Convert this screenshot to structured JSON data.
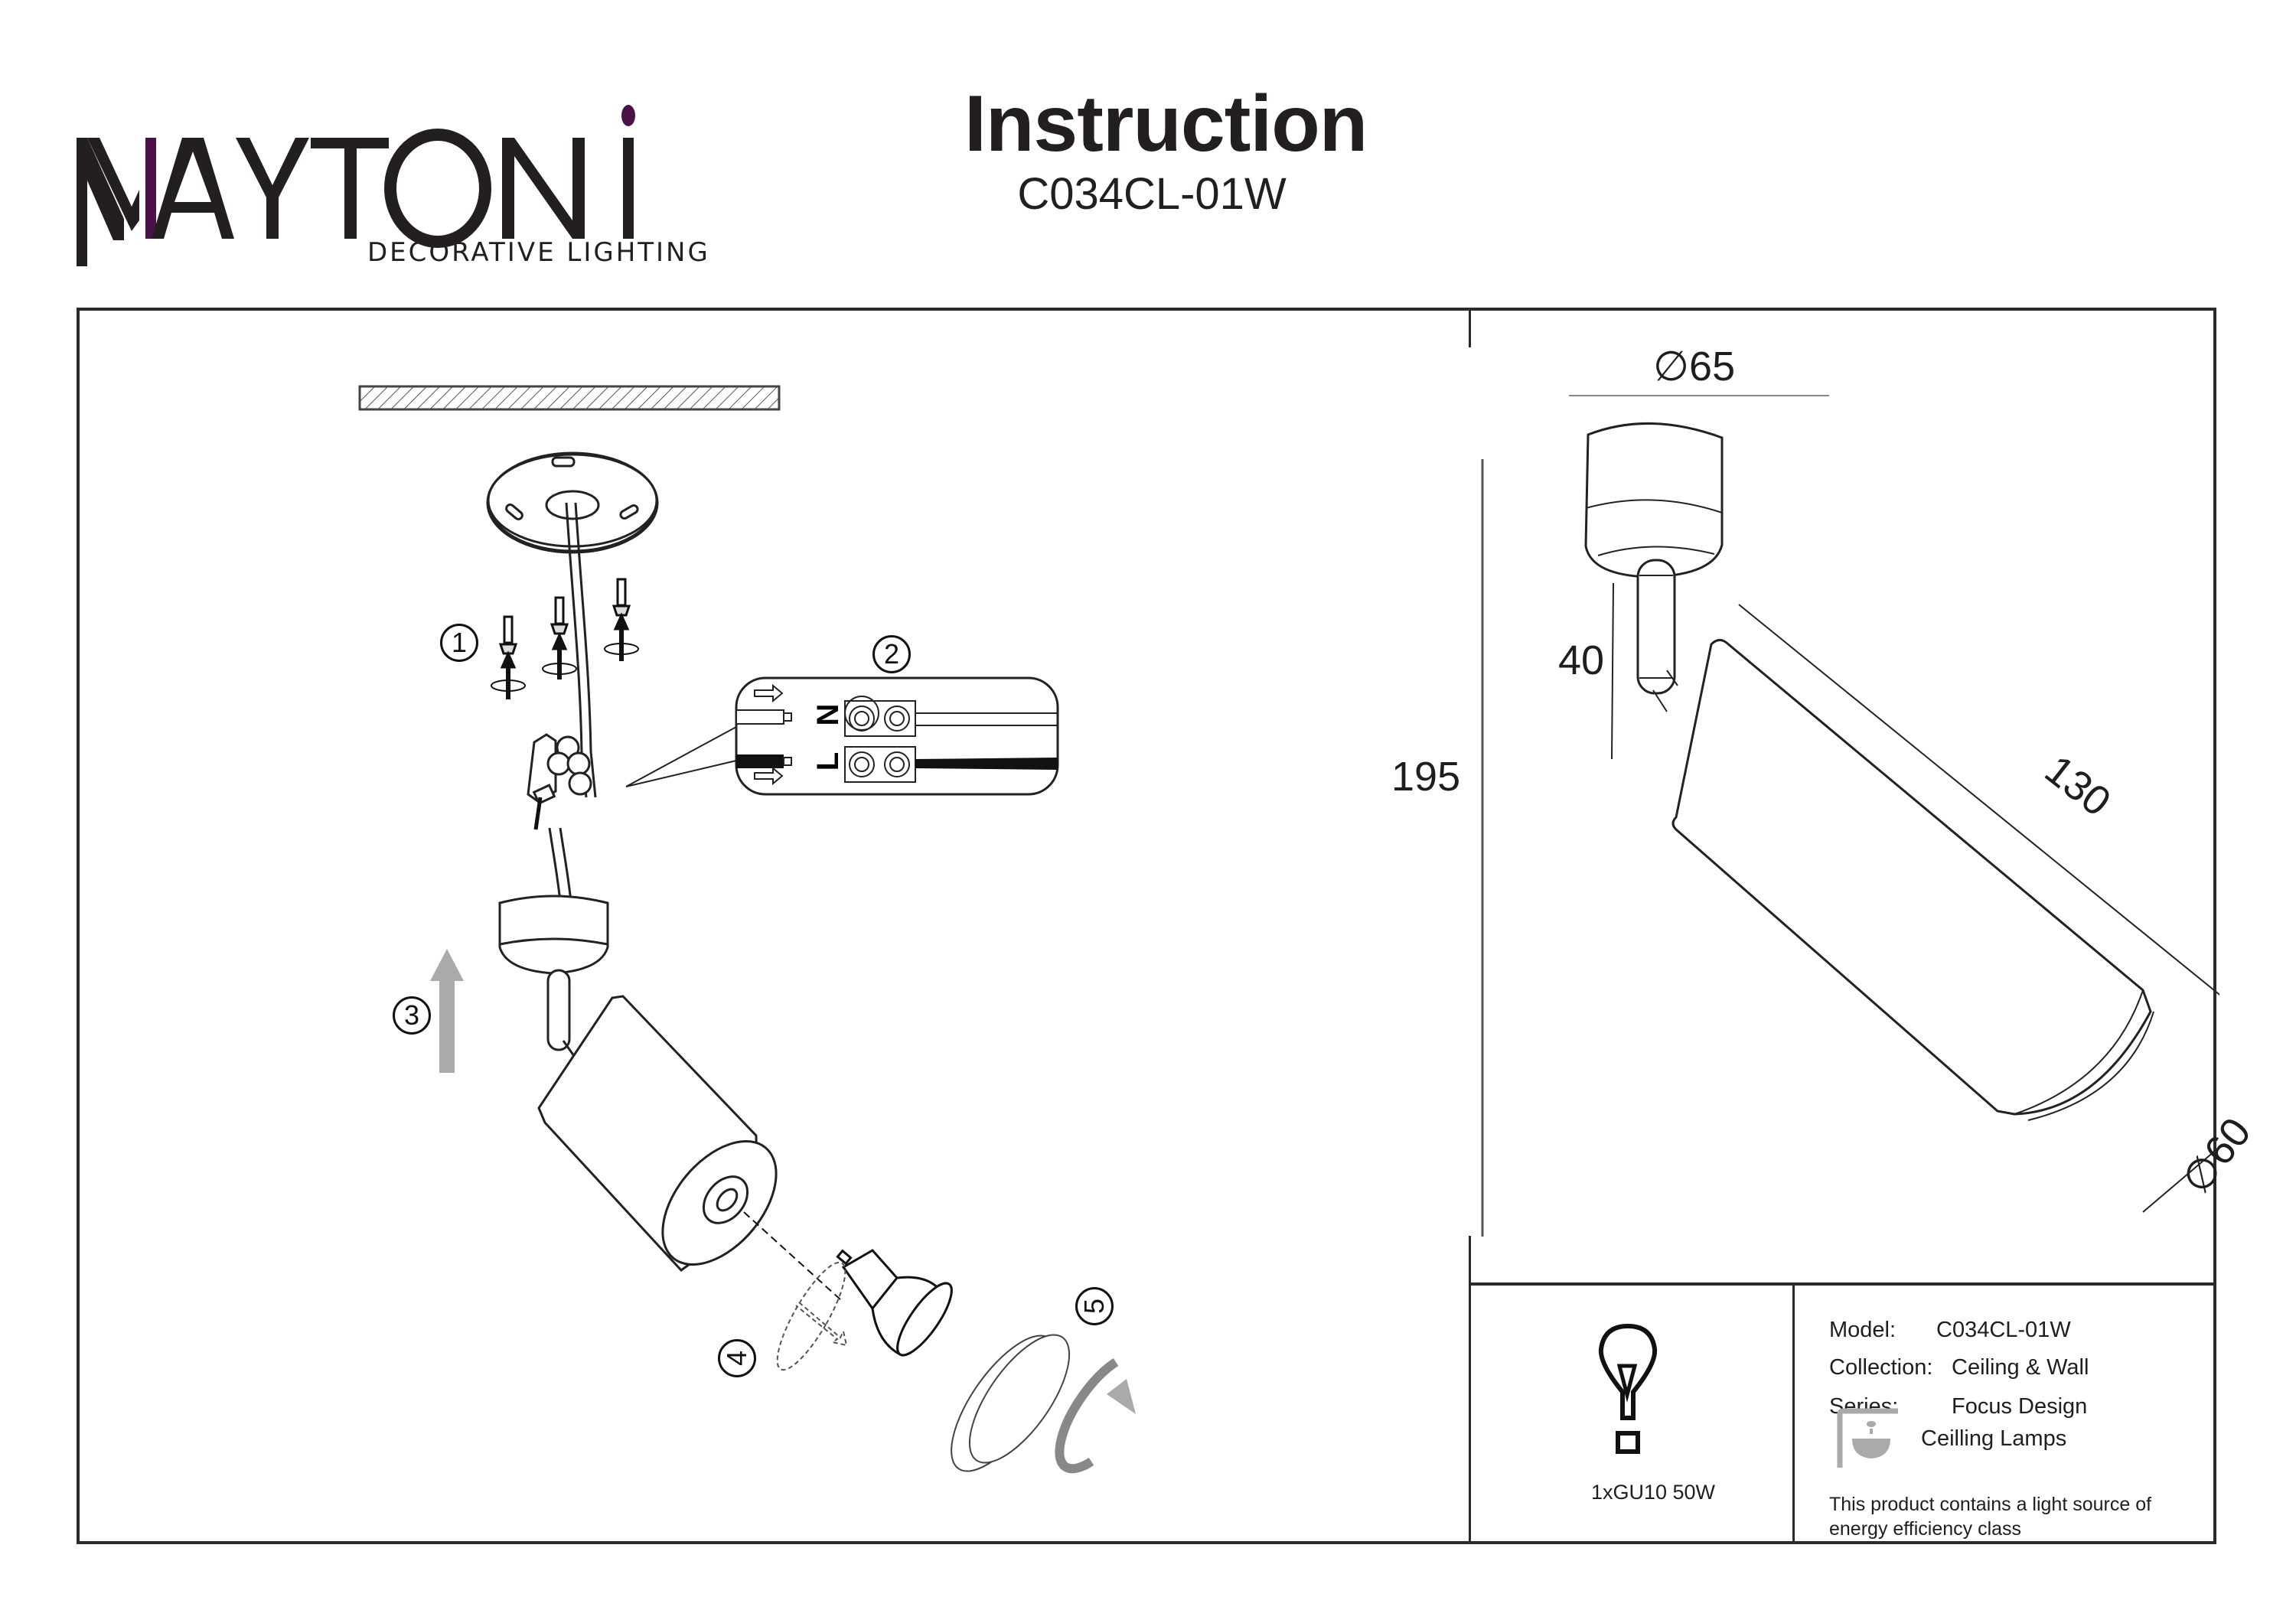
{
  "brand": {
    "name_prefix": "M",
    "name_rest": "AYTONI",
    "tagline": "DECORATIVE LIGHTING",
    "accent_color": "#4a1248",
    "text_color": "#231f20"
  },
  "header": {
    "title": "Instruction",
    "model": "C034CL-01W"
  },
  "installation": {
    "steps": [
      "1",
      "2",
      "3",
      "4",
      "5"
    ],
    "wiring": {
      "neutral_label": "N",
      "live_label": "L"
    }
  },
  "dimensions": {
    "canopy_diameter": "∅65",
    "stem_height": "40",
    "total_height": "195",
    "shade_length": "130",
    "shade_diameter": "∅60",
    "unit": "mm"
  },
  "info_table": {
    "bulb_spec": "1xGU10 50W",
    "rows": [
      {
        "label": "Model:",
        "value": "C034CL-01W"
      },
      {
        "label": "Collection:",
        "value": "Ceiling & Wall"
      },
      {
        "label": "Series:",
        "value": "Focus Design"
      }
    ],
    "category": "Ceilling Lamps",
    "energy_note_line1": "This product contains a light source of",
    "energy_note_line2": "energy efficiency class"
  },
  "icons": {
    "bulb": "light-bulb-icon",
    "category": "ceiling-lamp-icon"
  }
}
